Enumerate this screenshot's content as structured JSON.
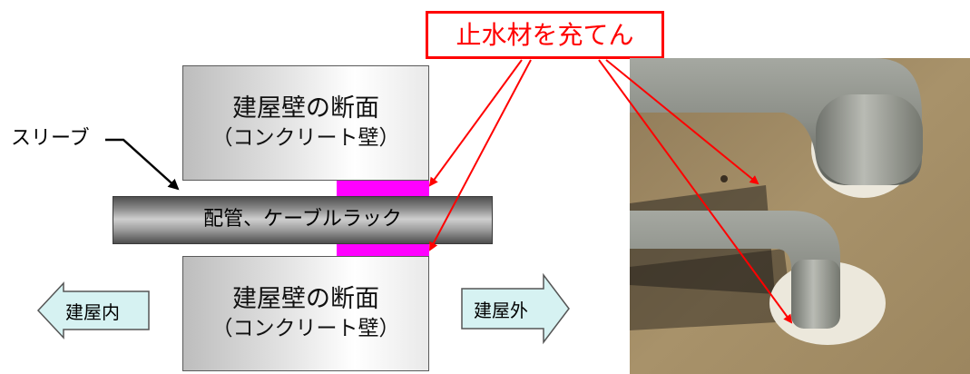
{
  "callout": {
    "text": "止水材を充てん"
  },
  "sleeve_label": "スリーブ",
  "wall_top": {
    "line1": "建屋壁の断面",
    "line2": "（コンクリート壁）"
  },
  "wall_bottom": {
    "line1": "建屋壁の断面",
    "line2": "（コンクリート壁）"
  },
  "pipe_label": "配管、ケーブルラック",
  "inside_label": "建屋内",
  "outside_label": "建屋外",
  "colors": {
    "sealant": "#ff00ff",
    "callout_red": "#ff0000",
    "arrow_fill": "#d6f2f2",
    "pipe_dark": "#4f4f4f"
  }
}
